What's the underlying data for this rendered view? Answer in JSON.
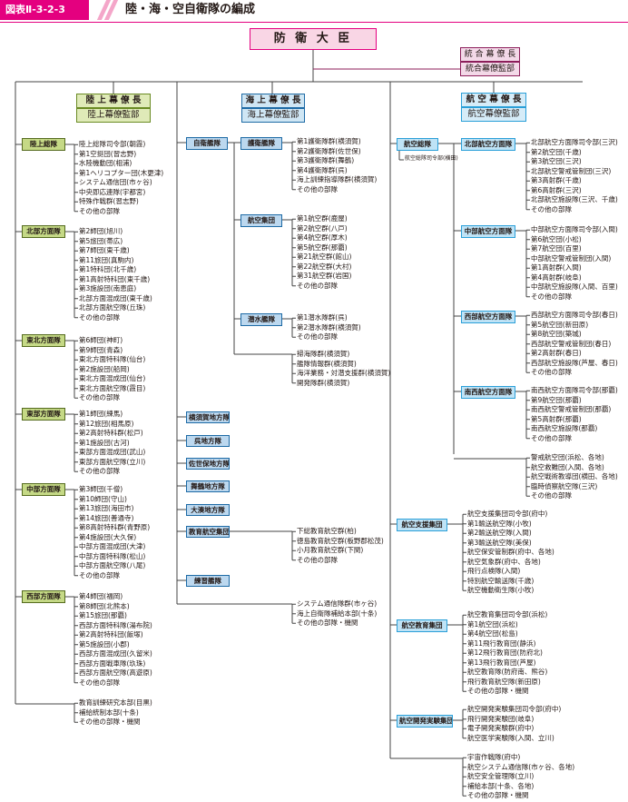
{
  "header": {
    "tag": "図表Ⅱ-3-2-3",
    "title": "陸・海・空自衛隊の編成"
  },
  "minister": "防 衛 大 臣",
  "joint": {
    "chief": "統 合 幕 僚 長",
    "staff": "統合幕僚監部"
  },
  "gsdf": {
    "chief": "陸 上 幕 僚 長",
    "staff": "陸上幕僚監部",
    "units": [
      {
        "name": "陸上総隊",
        "items": [
          "陸上総隊司令部(朝霞)",
          "第1空挺団(習志野)",
          "水陸機動団(相浦)",
          "第1ヘリコプター団(木更津)",
          "システム通信団(市ヶ谷)",
          "中央即応連隊(宇都宮)",
          "特殊作戦群(習志野)",
          "その他の部隊"
        ]
      },
      {
        "name": "北部方面隊",
        "items": [
          "第2師団(旭川)",
          "第5旅団(帯広)",
          "第7師団(東千歳)",
          "第11旅団(真駒内)",
          "第1特科団(北千歳)",
          "第1高射特科団(東千歳)",
          "第3施設団(南恵庭)",
          "北部方面混成団(東千歳)",
          "北部方面航空隊(丘珠)",
          "その他の部隊"
        ]
      },
      {
        "name": "東北方面隊",
        "items": [
          "第6師団(神町)",
          "第9師団(青森)",
          "東北方面特科隊(仙台)",
          "第2施設団(船岡)",
          "東北方面混成団(仙台)",
          "東北方面航空隊(霞目)",
          "その他の部隊"
        ]
      },
      {
        "name": "東部方面隊",
        "items": [
          "第1師団(練馬)",
          "第12旅団(相馬原)",
          "第2高射特科群(松戸)",
          "第1施設団(古河)",
          "東部方面混成団(武山)",
          "東部方面航空隊(立川)",
          "その他の部隊"
        ]
      },
      {
        "name": "中部方面隊",
        "items": [
          "第3師団(千僧)",
          "第10師団(守山)",
          "第13旅団(海田市)",
          "第14旅団(善通寺)",
          "第8高射特科群(青野原)",
          "第4施設団(大久保)",
          "中部方面混成団(大津)",
          "中部方面特科隊(松山)",
          "中部方面航空隊(八尾)",
          "その他の部隊"
        ]
      },
      {
        "name": "西部方面隊",
        "items": [
          "第4師団(福岡)",
          "第8師団(北熊本)",
          "第15旅団(那覇)",
          "西部方面特科隊(湯布院)",
          "第2高射特科団(飯塚)",
          "第5施設団(小郡)",
          "西部方面混成団(久留米)",
          "西部方面戦車隊(玖珠)",
          "西部方面航空隊(高遊原)",
          "その他の部隊"
        ]
      }
    ],
    "others": [
      "教育訓練研究本部(目黒)",
      "補給統制本部(十条)",
      "その他の部隊・機関"
    ]
  },
  "msdf": {
    "chief": "海 上 幕 僚 長",
    "staff": "海上幕僚監部",
    "fleet": "自衛艦隊",
    "subunits": [
      {
        "name": "護衛艦隊",
        "items": [
          "第1護衛隊群(横須賀)",
          "第2護衛隊群(佐世保)",
          "第3護衛隊群(舞鶴)",
          "第4護衛隊群(呉)",
          "海上訓練指導隊群(横須賀)",
          "その他の部隊"
        ]
      },
      {
        "name": "航空集団",
        "items": [
          "第1航空群(鹿屋)",
          "第2航空群(八戸)",
          "第4航空群(厚木)",
          "第5航空群(那覇)",
          "第21航空群(館山)",
          "第22航空群(大村)",
          "第31航空群(岩国)",
          "その他の部隊"
        ]
      },
      {
        "name": "潜水艦隊",
        "items": [
          "第1潜水隊群(呉)",
          "第2潜水隊群(横須賀)",
          "その他の部隊"
        ]
      }
    ],
    "fleet_others": [
      "掃海隊群(横須賀)",
      "艦隊情報群(横須賀)",
      "海洋業務・対潜支援群(横須賀)",
      "開発隊群(横須賀)"
    ],
    "districts": [
      "横須賀地方隊",
      "呉地方隊",
      "佐世保地方隊",
      "舞鶴地方隊",
      "大湊地方隊"
    ],
    "education": {
      "name": "教育航空集団",
      "items": [
        "下総教育航空群(柏)",
        "徳島教育航空群(板野郡松茂)",
        "小月教育航空群(下関)",
        "その他の部隊"
      ]
    },
    "training": "練習艦隊",
    "others": [
      "システム通信隊群(市ヶ谷)",
      "海上自衛隊補給本部(十条)",
      "その他の部隊・機関"
    ]
  },
  "asdf": {
    "chief": "航 空 幕 僚 長",
    "staff": "航空幕僚監部",
    "command": "航空総隊",
    "command_note": "航空総隊司令部(横田)",
    "forces": [
      {
        "name": "北部航空方面隊",
        "items": [
          "北部航空方面隊司令部(三沢)",
          "第2航空団(千歳)",
          "第3航空団(三沢)",
          "北部航空警戒管制団(三沢)",
          "第3高射群(千歳)",
          "第6高射群(三沢)",
          "北部航空施設隊(三沢、千歳)",
          "その他の部隊"
        ]
      },
      {
        "name": "中部航空方面隊",
        "items": [
          "中部航空方面隊司令部(入間)",
          "第6航空団(小松)",
          "第7航空団(百里)",
          "中部航空警戒管制団(入間)",
          "第1高射群(入間)",
          "第4高射群(岐阜)",
          "中部航空施設隊(入間、百里)",
          "その他の部隊"
        ]
      },
      {
        "name": "西部航空方面隊",
        "items": [
          "西部航空方面隊司令部(春日)",
          "第5航空団(新田原)",
          "第8航空団(築城)",
          "西部航空警戒管制団(春日)",
          "第2高射群(春日)",
          "西部航空施設隊(芦屋、春日)",
          "その他の部隊"
        ]
      },
      {
        "name": "南西航空方面隊",
        "items": [
          "南西航空方面隊司令部(那覇)",
          "第9航空団(那覇)",
          "南西航空警戒管制団(那覇)",
          "第5高射群(那覇)",
          "南西航空施設隊(那覇)",
          "その他の部隊"
        ]
      }
    ],
    "command_others": [
      "警戒航空団(浜松、各地)",
      "航空救難団(入間、各地)",
      "航空戦術教導団(横田、各地)",
      "臨時偵察航空隊(三沢)",
      "その他の部隊"
    ],
    "support": {
      "name": "航空支援集団",
      "items": [
        "航空支援集団司令部(府中)",
        "第1輸送航空隊(小牧)",
        "第2輸送航空隊(入間)",
        "第3輸送航空隊(美保)",
        "航空保安管制群(府中、各地)",
        "航空気象群(府中、各地)",
        "飛行点検隊(入間)",
        "特別航空輸送隊(千歳)",
        "航空機動衛生隊(小牧)"
      ]
    },
    "education": {
      "name": "航空教育集団",
      "items": [
        "航空教育集団司令部(浜松)",
        "第1航空団(浜松)",
        "第4航空団(松島)",
        "第11飛行教育団(静浜)",
        "第12飛行教育団(防府北)",
        "第13飛行教育団(芦屋)",
        "航空教育隊(防府南、熊谷)",
        "飛行教育航空隊(新田原)",
        "その他の部隊・機関"
      ]
    },
    "development": {
      "name": "航空開発実験集団",
      "items": [
        "航空開発実験集団司令部(府中)",
        "飛行開発実験団(岐阜)",
        "電子開発実験群(府中)",
        "航空医学実験隊(入間、立川)"
      ]
    },
    "others": [
      "宇宙作戦隊(府中)",
      "航空システム通信隊(市ヶ谷、各地)",
      "航空安全管理隊(立川)",
      "補給本部(十条、各地)",
      "その他の部隊・機関"
    ]
  },
  "colors": {
    "accent": "#e4007f",
    "gsdf": "#6a8b23",
    "msdf": "#1d6aa5",
    "asdf": "#2a9fd8"
  }
}
